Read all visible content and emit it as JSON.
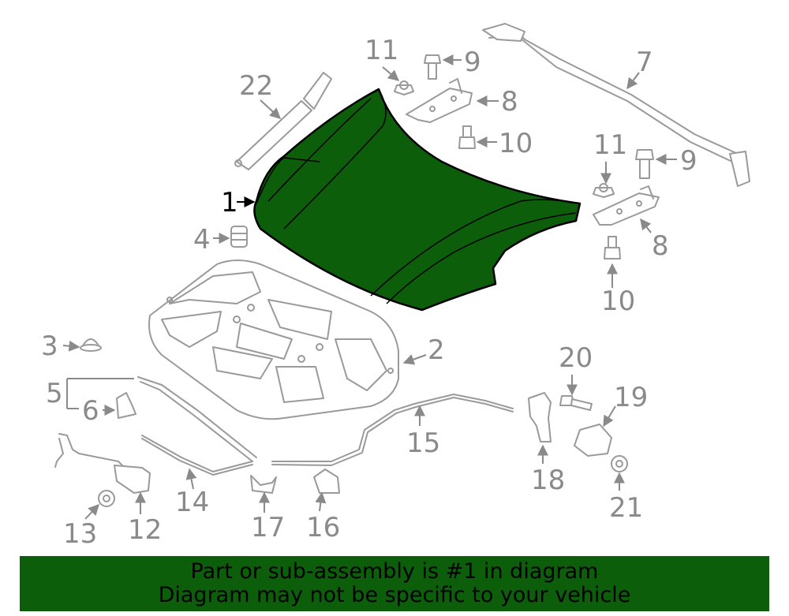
{
  "callouts": [
    {
      "id": "1",
      "text": "1"
    },
    {
      "id": "2",
      "text": "2"
    },
    {
      "id": "3",
      "text": "3"
    },
    {
      "id": "4",
      "text": "4"
    },
    {
      "id": "5",
      "text": "5"
    },
    {
      "id": "6",
      "text": "6"
    },
    {
      "id": "7",
      "text": "7"
    },
    {
      "id": "8a",
      "text": "8"
    },
    {
      "id": "8b",
      "text": "8"
    },
    {
      "id": "9a",
      "text": "9"
    },
    {
      "id": "9b",
      "text": "9"
    },
    {
      "id": "10a",
      "text": "10"
    },
    {
      "id": "10b",
      "text": "10"
    },
    {
      "id": "11a",
      "text": "11"
    },
    {
      "id": "11b",
      "text": "11"
    },
    {
      "id": "12",
      "text": "12"
    },
    {
      "id": "13",
      "text": "13"
    },
    {
      "id": "14",
      "text": "14"
    },
    {
      "id": "15",
      "text": "15"
    },
    {
      "id": "16",
      "text": "16"
    },
    {
      "id": "17",
      "text": "17"
    },
    {
      "id": "18",
      "text": "18"
    },
    {
      "id": "19",
      "text": "19"
    },
    {
      "id": "20",
      "text": "20"
    },
    {
      "id": "21",
      "text": "21"
    },
    {
      "id": "22",
      "text": "22"
    }
  ],
  "banner": {
    "line1": "Part or sub-assembly is #1 in diagram",
    "line2": "Diagram may not be specific to your vehicle"
  },
  "colors": {
    "highlight": "#0c5e0b",
    "parts": "#9a9a9a",
    "labels": "#8a8a8a"
  }
}
